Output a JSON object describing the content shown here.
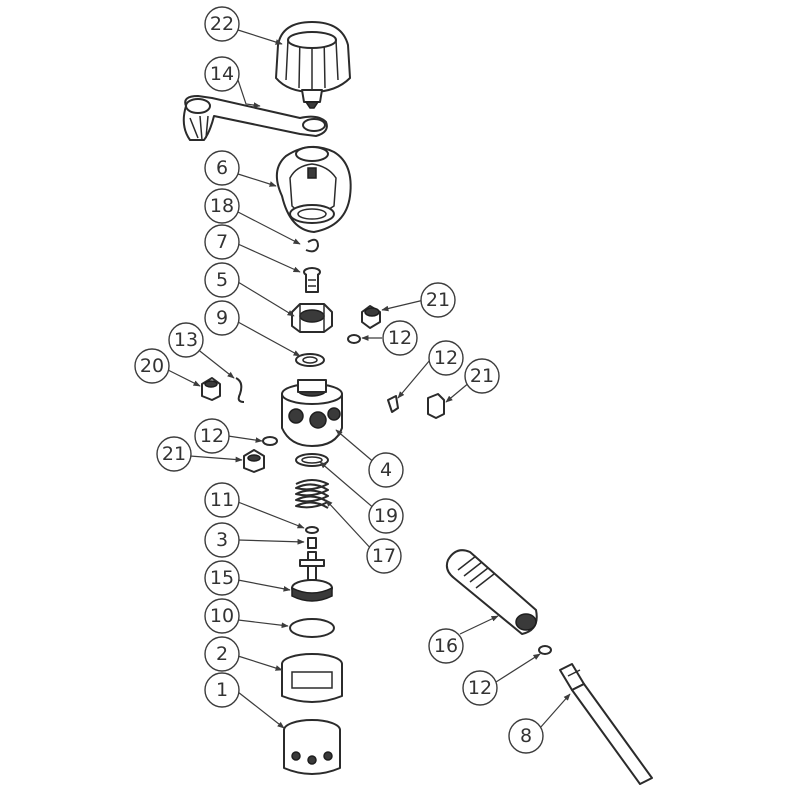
{
  "diagram": {
    "callouts": [
      {
        "id": "c22a",
        "label": "22"
      },
      {
        "id": "c14",
        "label": "14"
      },
      {
        "id": "c6",
        "label": "6"
      },
      {
        "id": "c18",
        "label": "18"
      },
      {
        "id": "c7",
        "label": "7"
      },
      {
        "id": "c5",
        "label": "5"
      },
      {
        "id": "c9",
        "label": "9"
      },
      {
        "id": "c13",
        "label": "13"
      },
      {
        "id": "c20",
        "label": "20"
      },
      {
        "id": "c12a",
        "label": "12"
      },
      {
        "id": "c21a",
        "label": "21"
      },
      {
        "id": "c11",
        "label": "11"
      },
      {
        "id": "c3",
        "label": "3"
      },
      {
        "id": "c15",
        "label": "15"
      },
      {
        "id": "c10",
        "label": "10"
      },
      {
        "id": "c2",
        "label": "2"
      },
      {
        "id": "c1",
        "label": "1"
      },
      {
        "id": "c21b",
        "label": "21"
      },
      {
        "id": "c12b",
        "label": "12"
      },
      {
        "id": "c12c",
        "label": "12"
      },
      {
        "id": "c21c",
        "label": "21"
      },
      {
        "id": "c4",
        "label": "4"
      },
      {
        "id": "c19",
        "label": "19"
      },
      {
        "id": "c17",
        "label": "17"
      },
      {
        "id": "c16",
        "label": "16"
      },
      {
        "id": "c12d",
        "label": "12"
      },
      {
        "id": "c8",
        "label": "8"
      }
    ]
  }
}
